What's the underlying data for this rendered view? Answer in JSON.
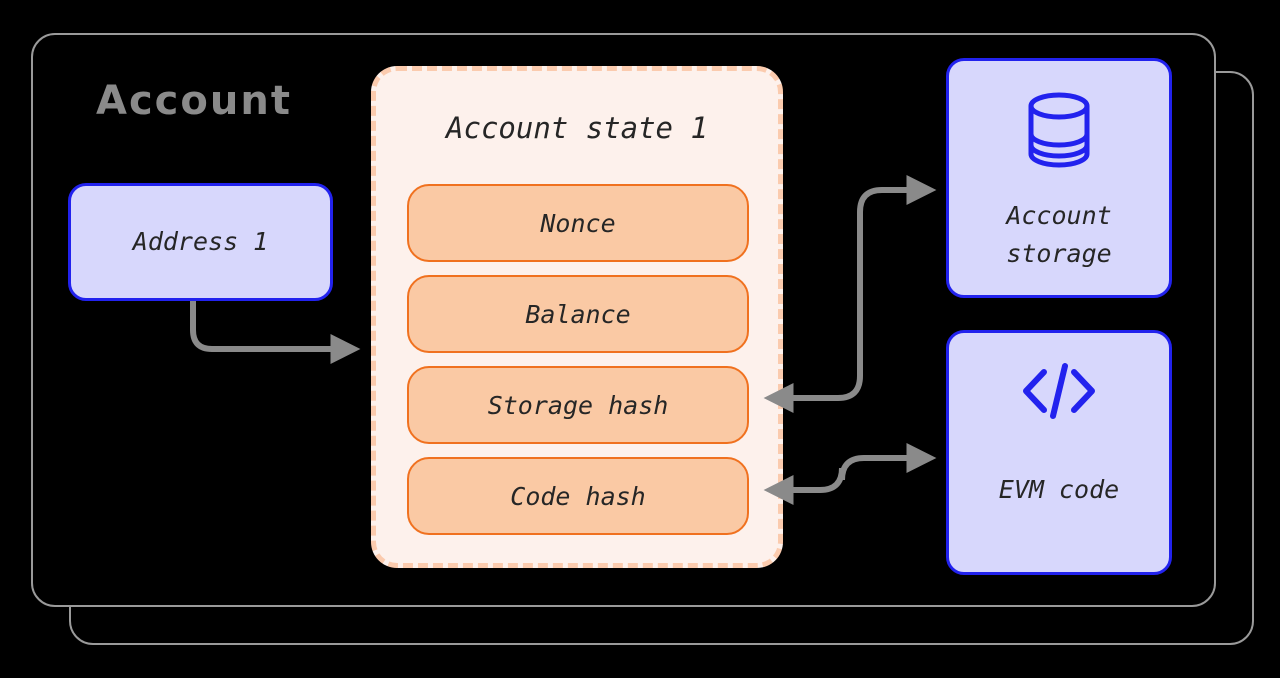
{
  "diagram": {
    "title": "Account",
    "background_color": "#000000",
    "accent_blue": "#2222ee",
    "accent_orange": "#f0711f",
    "connector_gray": "#8a8a8a"
  },
  "address": {
    "label": "Address 1"
  },
  "account_state": {
    "title": "Account state 1",
    "fields": [
      {
        "label": "Nonce"
      },
      {
        "label": "Balance"
      },
      {
        "label": "Storage hash"
      },
      {
        "label": "Code hash"
      }
    ]
  },
  "storage_panel": {
    "icon": "database-icon",
    "label": "Account\nstorage"
  },
  "evm_panel": {
    "icon": "code-brackets-icon",
    "label": "EVM code"
  },
  "connectors": [
    {
      "name": "address-to-state",
      "from": "Address 1",
      "to": "Account state 1",
      "direction": "one-way"
    },
    {
      "name": "storage-hash-to-account-storage",
      "from": "Storage hash",
      "to": "Account storage",
      "direction": "two-way"
    },
    {
      "name": "code-hash-to-evm-code",
      "from": "Code hash",
      "to": "EVM code",
      "direction": "two-way"
    }
  ]
}
